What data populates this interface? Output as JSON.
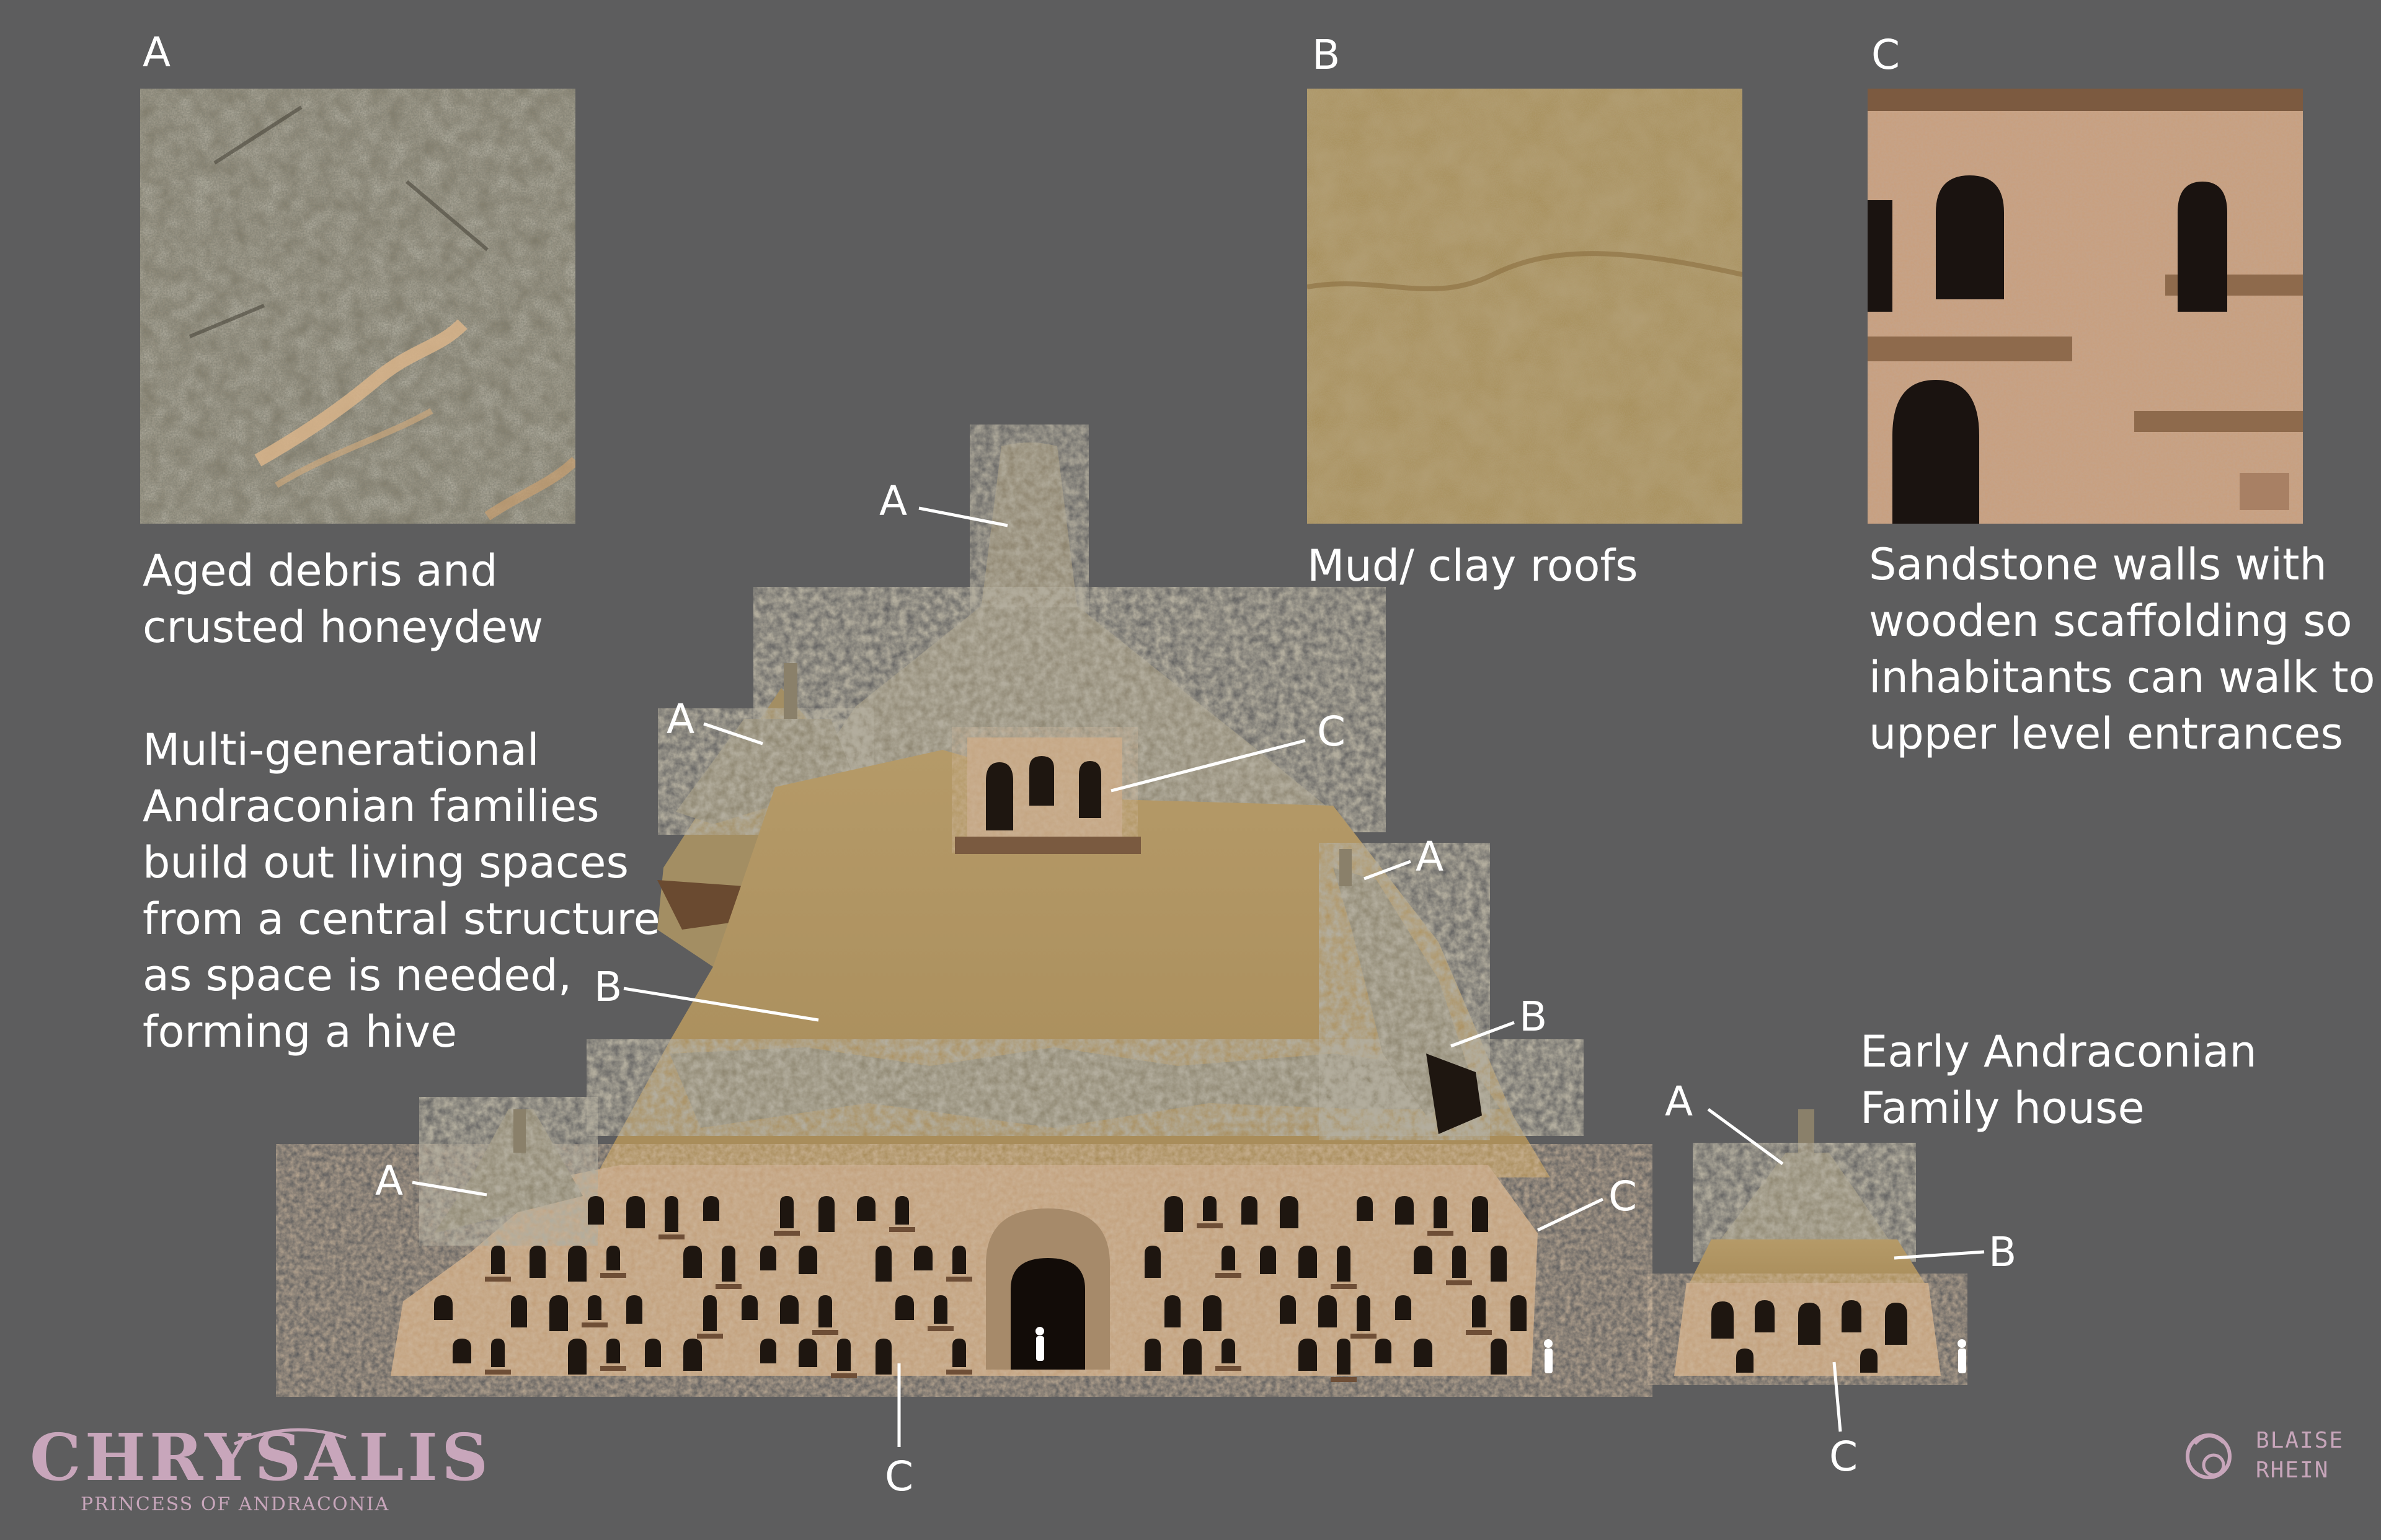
{
  "swatches": {
    "a": {
      "letter": "A",
      "caption": [
        "Aged debris and",
        "crusted honeydew"
      ],
      "color": "#6e6858"
    },
    "b": {
      "letter": "B",
      "caption": [
        "Mud/ clay roofs"
      ],
      "color": "#a58a56"
    },
    "c": {
      "letter": "C",
      "caption": [
        "Sandstone walls with",
        "wooden scaffolding so",
        "inhabitants can walk to",
        "upper level entrances"
      ],
      "color": "#c49a7a"
    }
  },
  "description": [
    "Multi-generational",
    "Andraconian families",
    "build out living spaces",
    "from a central structure",
    "as space is needed,",
    "forming a hive"
  ],
  "family_house": {
    "title": [
      "Early Andraconian",
      "Family house"
    ]
  },
  "callouts": {
    "top_a": "A",
    "left_a": "A",
    "right_a": "A",
    "low_a": "A",
    "top_c": "C",
    "left_b": "B",
    "right_b": "B",
    "right_c": "C",
    "bottom_c": "C",
    "house_a": "A",
    "house_b": "B",
    "house_c": "C"
  },
  "logo": {
    "title": "CHRYSALIS",
    "subtitle": "PRINCESS OF ANDRACONIA",
    "color": "#c8a6bb"
  },
  "signature": {
    "line1": "BLAISE",
    "line2": "RHEIN"
  }
}
